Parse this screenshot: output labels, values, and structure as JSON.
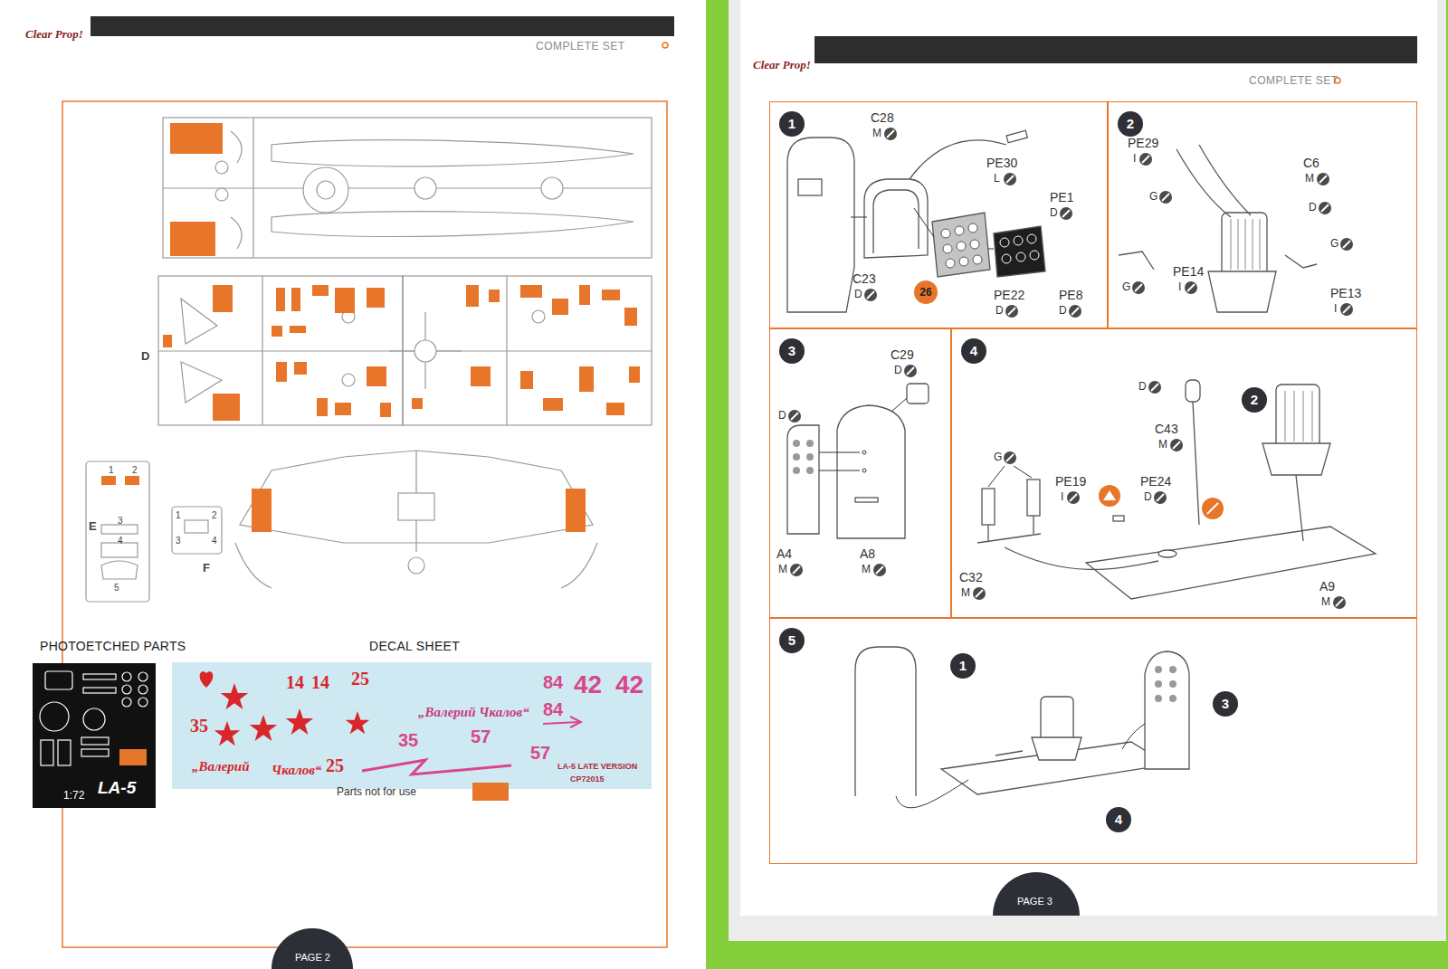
{
  "diagram": {
    "nodes": [
      {
        "text": [
          "1"
        ]
      },
      {
        "text": [
          "2"
        ]
      },
      {
        "text": [
          "3"
        ]
      },
      {
        "text": [
          "4"
        ]
      },
      {
        "text": [
          "5"
        ]
      }
    ],
    "labels": [
      "Clear Prop!",
      "COMPLETE SET",
      "D",
      "1",
      "2",
      "E",
      "3",
      "4",
      "5",
      "1",
      "2",
      "3",
      "4",
      "F",
      "PHOTOETCHED PARTS",
      "DECAL SHEET",
      "1:72",
      "LA-5",
      "14",
      "14",
      "25",
      "84",
      "42",
      "42",
      "35",
      "„Валерий Чкалов“",
      "84",
      "35",
      "57",
      "„Валерий",
      "Чкалов“",
      "25",
      "57",
      "LA-5 LATE VERSION",
      "CP72015",
      "PAGE 2",
      "Clear Prop!",
      "COMPLETE SET",
      "C28",
      "M",
      "PE30",
      "L",
      "PE1",
      "D",
      "C23",
      "D",
      "26",
      "PE22",
      "D",
      "PE8",
      "D",
      "PE29",
      "I",
      "C6",
      "M",
      "D",
      "G",
      "G",
      "G",
      "PE14",
      "I",
      "PE13",
      "I",
      "C29",
      "D",
      "D",
      "A4",
      "M",
      "A8",
      "M",
      "D",
      "2",
      "C43",
      "M",
      "G",
      "PE19",
      "I",
      "PE24",
      "D",
      "C32",
      "M",
      "A9",
      "M",
      "1",
      "3",
      "4",
      "PAGE 3"
    ],
    "legend": [
      {
        "text": "Parts not for use",
        "color": "#e8762a"
      }
    ]
  }
}
